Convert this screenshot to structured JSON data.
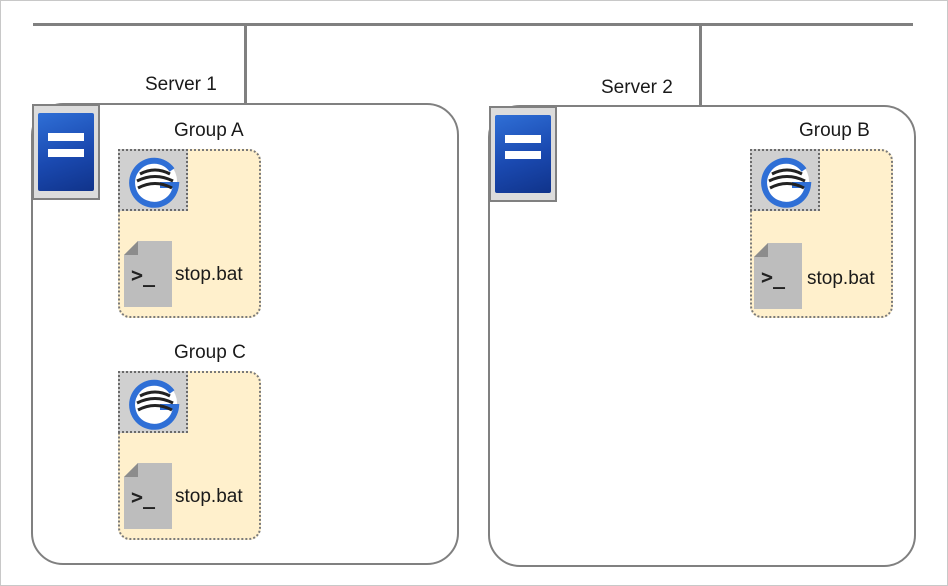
{
  "servers": [
    {
      "label": "Server 1"
    },
    {
      "label": "Server 2"
    }
  ],
  "groups": [
    {
      "label": "Group A",
      "script": "stop.bat",
      "prompt": ">_"
    },
    {
      "label": "Group C",
      "script": "stop.bat",
      "prompt": ">_"
    },
    {
      "label": "Group B",
      "script": "stop.bat",
      "prompt": ">_"
    }
  ],
  "icons": {
    "server": "server-icon",
    "resource": "cluster-g-logo-icon",
    "script": "script-file-icon"
  },
  "colors": {
    "server_icon": "#1a49b0",
    "group_fill": "#fff0cc",
    "network_line": "#808080"
  }
}
